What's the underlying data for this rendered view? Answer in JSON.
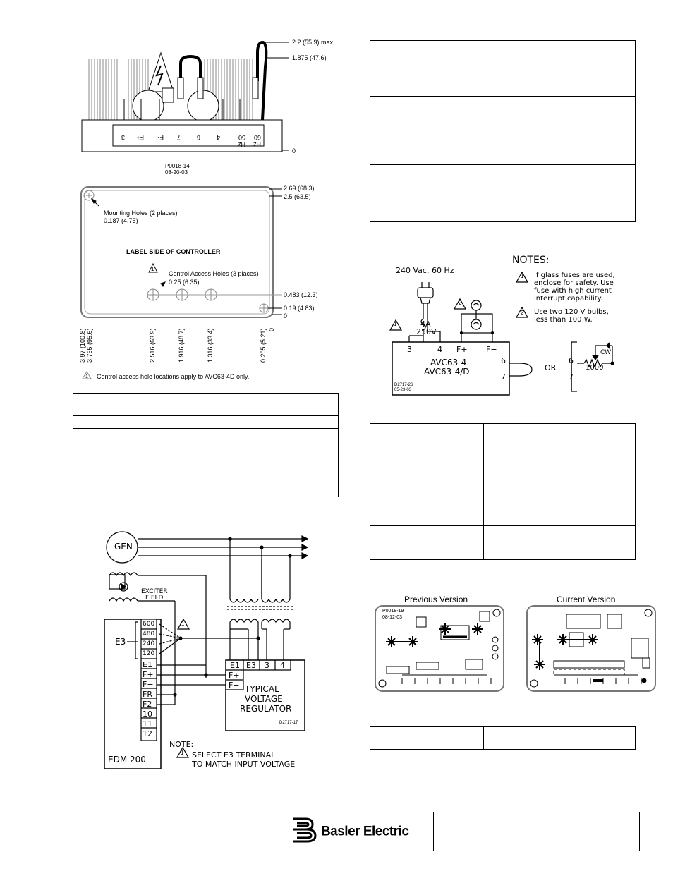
{
  "top_drawing": {
    "dim_max": "2.2 (55.9) max.",
    "dim_1875": "1.875 (47.6)",
    "dim_zero": "0",
    "terminals": [
      "3",
      "F+",
      "F-",
      "7",
      "6",
      "4",
      "50\nHz",
      "60\nHz"
    ],
    "code": "P0018-14",
    "date": "08-20-03"
  },
  "label_drawing": {
    "dim_269": "2.69 (68.3)",
    "dim_25": "2.5 (63.5)",
    "mounting_holes": "Mounting Holes (2 places)",
    "mounting_size": "0.187 (4.75)",
    "label_side": "LABEL SIDE OF CONTROLLER",
    "note_num": "1",
    "access_holes": "Control Access Holes (3 places)",
    "access_size": "0.25 (6.35)",
    "dim_0483": "0.483 (12.3)",
    "dim_019": "0.19 (4.83)",
    "dim_zero": "0",
    "x_397": "3.97 (100.8)",
    "x_3765": "3.765 (95.6)",
    "x_2516": "2.516 (63.9)",
    "x_1916": "1.916 (48.7)",
    "x_1316": "1.316 (33.4)",
    "x_0205": "0.205 (5.21)",
    "x_zero": "0",
    "footnote": "Control access hole locations apply to AVC63-4D only."
  },
  "wiring_edm": {
    "gen": "GEN",
    "exciter": "EXCITER",
    "field": "FIELD",
    "e3": "E3",
    "e3_terms": [
      "600",
      "480",
      "240",
      "120"
    ],
    "terms": [
      "E1",
      "F+",
      "F−",
      "FR",
      "F2",
      "10",
      "11",
      "12"
    ],
    "edm": "EDM 200",
    "reg_terms": [
      "E1",
      "E3",
      "3",
      "4"
    ],
    "reg_f_plus": "F+",
    "reg_f_minus": "F−",
    "reg_line1": "TYPICAL",
    "reg_line2": "VOLTAGE",
    "reg_line3": "REGULATOR",
    "reg_code": "D2717-17",
    "note_title": "NOTE:",
    "note_line1": "SELECT E3 TERMINAL",
    "note_line2": "TO MATCH INPUT VOLTAGE",
    "note_num": "1"
  },
  "test_diagram": {
    "supply": "240 Vac, 60 Hz",
    "fuse_a": "4A",
    "fuse_v": "250V",
    "terms": [
      "3",
      "4",
      "F+",
      "F−"
    ],
    "model1": "AVC63-4",
    "model2": "AVC63-4/D",
    "pin6": "6",
    "pin7": "7",
    "or": "OR",
    "pot_6": "6",
    "pot_7": "7",
    "cw": "CW",
    "pot_val": "1000",
    "code": "D2717-26",
    "date": "05-23-03",
    "notes_title": "NOTES:",
    "note1_num": "1",
    "note1_l1": "If glass fuses are used,",
    "note1_l2": "enclose for safety. Use",
    "note1_l3": "fuse with high current",
    "note1_l4": "interrupt capability.",
    "note2_num": "2",
    "note2_l1": "Use two 120 V bulbs,",
    "note2_l2": "less than 100 W."
  },
  "versions": {
    "previous": "Previous Version",
    "current": "Current Version",
    "code": "P0018-19",
    "date": "08-12-03"
  },
  "footer": {
    "brand": "Basler Electric"
  }
}
